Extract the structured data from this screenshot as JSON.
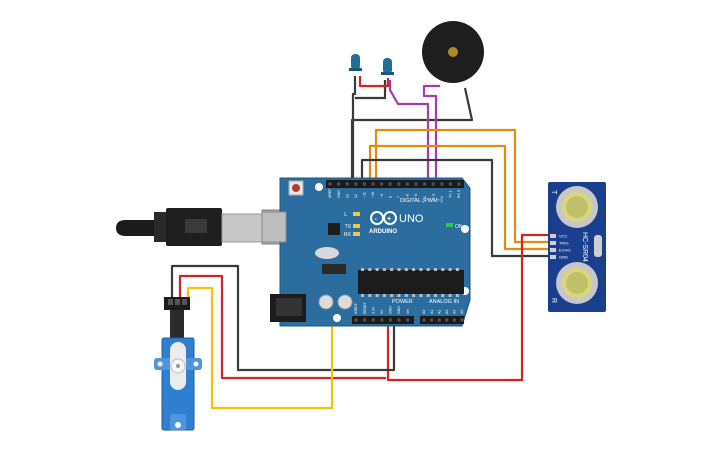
{
  "board": {
    "logo": "ARDUINO",
    "model": "UNO",
    "digital_label": "DIGITAL (PWM~)",
    "power_label": "POWER",
    "analog_label": "ANALOG IN",
    "on_label": "ON",
    "led_labels": [
      "L",
      "TX",
      "RX"
    ],
    "digital_pins": [
      "AREF",
      "GND",
      "13",
      "12",
      "~11",
      "~10",
      "~9",
      "8",
      "7",
      "~6",
      "~5",
      "4",
      "~3",
      "2",
      "TX 1",
      "RX 0"
    ],
    "power_pins": [
      "IOREF",
      "RESET",
      "3.3V",
      "5V",
      "GND",
      "GND",
      "Vin"
    ],
    "analog_pins": [
      "A0",
      "A1",
      "A2",
      "A3",
      "A4",
      "A5"
    ]
  },
  "sensor": {
    "model": "HC-SR04",
    "pins": [
      "VCC",
      "TRIG",
      "ECHO",
      "GND"
    ],
    "left_mark": "T",
    "right_mark": "R"
  },
  "colors": {
    "board": "#2b6d9f",
    "wire_black": "#3a3a3a",
    "wire_red": "#d32424",
    "wire_orange": "#e8890e",
    "wire_yellow": "#f2c20c",
    "wire_purple": "#a13ca8",
    "led": "#1f6d9a",
    "servo": "#2f7fd0",
    "sensor": "#1b3f8f"
  }
}
